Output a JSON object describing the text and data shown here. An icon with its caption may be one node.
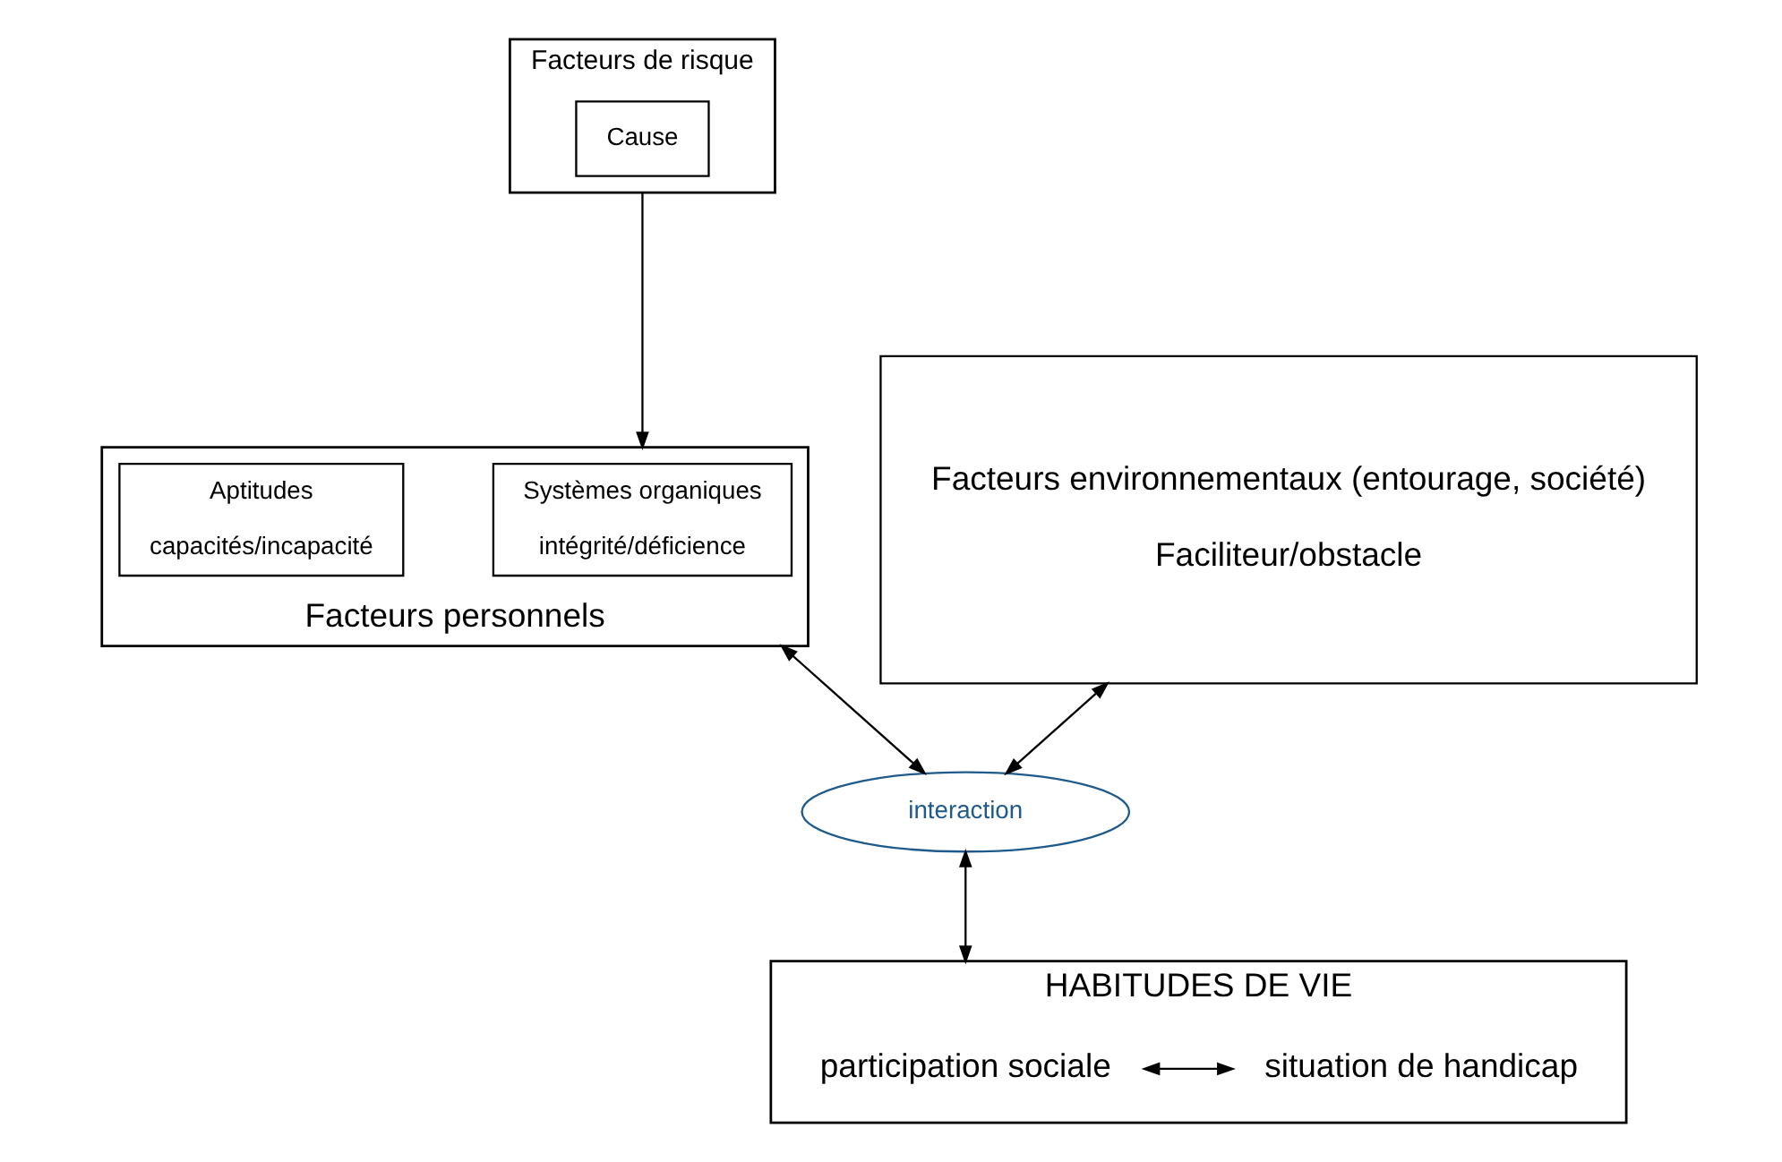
{
  "diagram": {
    "nodes": [
      {
        "text": [
          "Facteurs de risque"
        ]
      },
      {
        "text": [
          "Cause"
        ],
        "in": 0
      },
      {
        "text": [
          "Facteurs personnels"
        ]
      },
      {
        "text": [
          "Systèmes organiques",
          "intégrité/déficience"
        ],
        "in": 2
      },
      {
        "text": [
          "Aptitudes",
          "capacités/incapacité"
        ],
        "in": 2
      },
      {
        "text": [
          "Facteurs environnementaux (entourage, société)",
          "Faciliteur/obstacle"
        ]
      },
      {
        "text": [
          "interaction"
        ]
      },
      {
        "text": [
          "HABITUDES DE VIE"
        ]
      },
      {
        "text": [
          "participation sociale"
        ],
        "in": 7
      },
      {
        "text": [
          "situation de handicap"
        ],
        "in": 7
      }
    ],
    "edges": [
      {
        "from": 0,
        "to": 2,
        "arrow": "to"
      },
      {
        "from": 2,
        "to": 6,
        "arrow": "both"
      },
      {
        "from": 5,
        "to": 6,
        "arrow": "both"
      },
      {
        "from": 6,
        "to": 7,
        "arrow": "both"
      },
      {
        "from": 8,
        "to": 9,
        "arrow": "both"
      }
    ]
  }
}
